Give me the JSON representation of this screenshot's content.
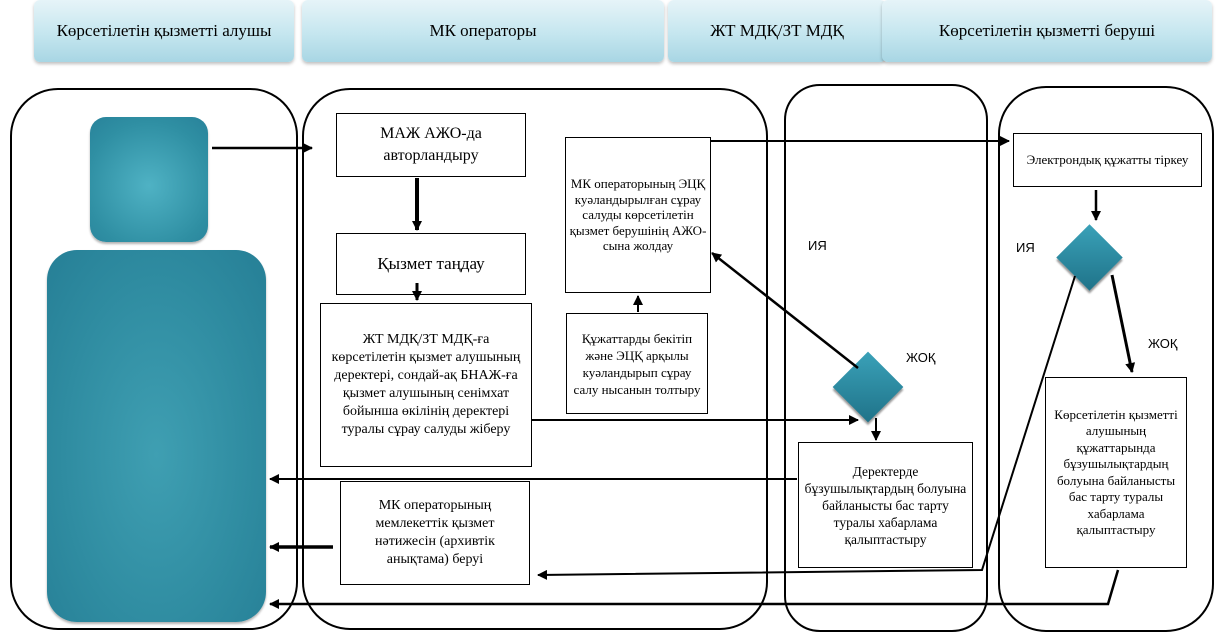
{
  "headers": {
    "recipient": "Көрсетілетін қызметті алушы",
    "operator": "МК операторы",
    "jt": "ЖТ МДҚ/ЗТ МДҚ",
    "provider": "Көрсетілетін қызметті беруші"
  },
  "boxes": {
    "auth": "МАЖ АЖО-да авторландыру",
    "choose": "Қызмет таңдау",
    "send_request": "ЖТ МДҚ/ЗТ МДҚ-ға көрсетілетін қызмет алушының деректері, сондай-ақ БНАЖ-ға қызмет алушының сенімхат бойынша өкілінің деректері туралы сұрау салуды жіберу",
    "result": "МК операторының мемлекеттік қызмет нәтижесін (архивтік анықтама) беруі",
    "send_ecp": "МК операторының ЭЦҚ куәландырылған сұрау салуды көрсетілетін қызмет берушінің АЖО-сына жолдау",
    "fill_form": "Құжаттарды бекітіп және ЭЦҚ арқылы куәландырып сұрау салу нысанын толтыру",
    "refusal_data": "Деректерде бұзушылықтардың болуына байланысты бас тарту туралы хабарлама қалыптастыру",
    "register": "Электрондық құжатты тіркеу",
    "refusal_docs": "Көрсетілетін қызметті алушының құжаттарында бұзушылықтардың болуына байланысты бас тарту туралы хабарлама қалыптастыру"
  },
  "labels": {
    "yes_jt": "ИЯ",
    "no_jt": "ЖОҚ",
    "yes_provider": "ИЯ",
    "no_provider": "ЖОҚ"
  },
  "colors": {
    "actor": "#2e8ea0",
    "decision": "#2a86a0"
  }
}
